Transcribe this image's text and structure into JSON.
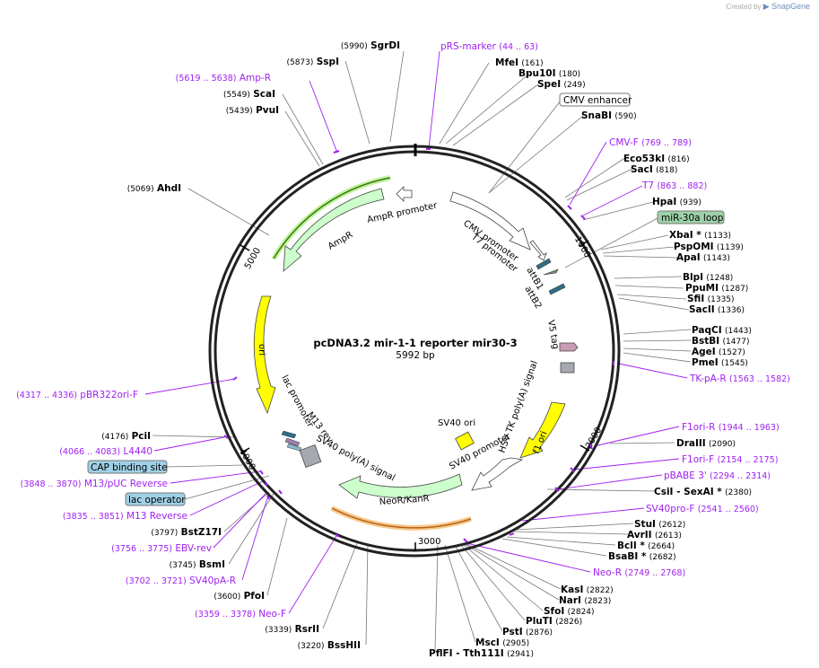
{
  "credit": {
    "prefix": "Created by",
    "brand": "SnapGene"
  },
  "plasmid": {
    "name": "pcDNA3.2 mir-1-1 reporter mir30-3",
    "length": "5992 bp"
  },
  "ticks": [
    "1000",
    "2000",
    "3000",
    "4000",
    "5000"
  ],
  "enzymes": [
    {
      "name": "SgrDI",
      "pos": "(5990)",
      "side": "L"
    },
    {
      "name": "SspI",
      "pos": "(5873)",
      "side": "L"
    },
    {
      "name": "ScaI",
      "pos": "(5549)",
      "side": "L"
    },
    {
      "name": "PvuI",
      "pos": "(5439)",
      "side": "L"
    },
    {
      "name": "AhdI",
      "pos": "(5069)",
      "side": "L"
    },
    {
      "name": "MfeI",
      "pos": "(161)",
      "side": "R"
    },
    {
      "name": "Bpu10I",
      "pos": "(180)",
      "side": "R"
    },
    {
      "name": "SpeI",
      "pos": "(249)",
      "side": "R"
    },
    {
      "name": "SnaBI",
      "pos": "(590)",
      "side": "R"
    },
    {
      "name": "Eco53kI",
      "pos": "(816)",
      "side": "R"
    },
    {
      "name": "SacI",
      "pos": "(818)",
      "side": "R"
    },
    {
      "name": "HpaI",
      "pos": "(939)",
      "side": "R"
    },
    {
      "name": "XbaI *",
      "pos": "(1133)",
      "side": "R"
    },
    {
      "name": "PspOMI",
      "pos": "(1139)",
      "side": "R"
    },
    {
      "name": "ApaI",
      "pos": "(1143)",
      "side": "R"
    },
    {
      "name": "BlpI",
      "pos": "(1248)",
      "side": "R"
    },
    {
      "name": "PpuMI",
      "pos": "(1287)",
      "side": "R"
    },
    {
      "name": "SfiI",
      "pos": "(1335)",
      "side": "R"
    },
    {
      "name": "SacII",
      "pos": "(1336)",
      "side": "R"
    },
    {
      "name": "PaqCI",
      "pos": "(1443)",
      "side": "R"
    },
    {
      "name": "BstBI",
      "pos": "(1477)",
      "side": "R"
    },
    {
      "name": "AgeI",
      "pos": "(1527)",
      "side": "R"
    },
    {
      "name": "PmeI",
      "pos": "(1545)",
      "side": "R"
    },
    {
      "name": "DraIII",
      "pos": "(2090)",
      "side": "R"
    },
    {
      "name": "CsiI - SexAI *",
      "pos": "(2380)",
      "side": "R"
    },
    {
      "name": "StuI",
      "pos": "(2612)",
      "side": "R"
    },
    {
      "name": "AvrII",
      "pos": "(2613)",
      "side": "R"
    },
    {
      "name": "BclI *",
      "pos": "(2664)",
      "side": "R"
    },
    {
      "name": "BsaBI *",
      "pos": "(2682)",
      "side": "R"
    },
    {
      "name": "KasI",
      "pos": "(2822)",
      "side": "R"
    },
    {
      "name": "NarI",
      "pos": "(2823)",
      "side": "R"
    },
    {
      "name": "SfoI",
      "pos": "(2824)",
      "side": "R"
    },
    {
      "name": "PluTI",
      "pos": "(2826)",
      "side": "R"
    },
    {
      "name": "PstI",
      "pos": "(2876)",
      "side": "R"
    },
    {
      "name": "MscI",
      "pos": "(2905)",
      "side": "R"
    },
    {
      "name": "PflFI - Tth111I",
      "pos": "(2941)",
      "side": "R"
    },
    {
      "name": "PciI",
      "pos": "(4176)",
      "side": "L"
    },
    {
      "name": "BstZ17I",
      "pos": "(3797)",
      "side": "L"
    },
    {
      "name": "BsmI",
      "pos": "(3745)",
      "side": "L"
    },
    {
      "name": "PfoI",
      "pos": "(3600)",
      "side": "L"
    },
    {
      "name": "RsrII",
      "pos": "(3339)",
      "side": "L"
    },
    {
      "name": "BssHII",
      "pos": "(3220)",
      "side": "L"
    }
  ],
  "primers": [
    {
      "name": "pRS-marker",
      "range": "(44 .. 63)",
      "side": "R"
    },
    {
      "name": "Amp-R",
      "range": "(5619 .. 5638)",
      "side": "L"
    },
    {
      "name": "CMV-F",
      "range": "(769 .. 789)",
      "side": "R"
    },
    {
      "name": "T7",
      "range": "(863 .. 882)",
      "side": "R"
    },
    {
      "name": "TK-pA-R",
      "range": "(1563 .. 1582)",
      "side": "R"
    },
    {
      "name": "F1ori-R",
      "range": "(1944 .. 1963)",
      "side": "R"
    },
    {
      "name": "F1ori-F",
      "range": "(2154 .. 2175)",
      "side": "R"
    },
    {
      "name": "pBABE 3'",
      "range": "(2294 .. 2314)",
      "side": "R"
    },
    {
      "name": "SV40pro-F",
      "range": "(2541 .. 2560)",
      "side": "R"
    },
    {
      "name": "Neo-R",
      "range": "(2749 .. 2768)",
      "side": "R"
    },
    {
      "name": "pBR322ori-F",
      "range": "(4317 .. 4336)",
      "side": "L"
    },
    {
      "name": "L4440",
      "range": "(4066 .. 4083)",
      "side": "L"
    },
    {
      "name": "M13/pUC Reverse",
      "range": "(3848 .. 3870)",
      "side": "L"
    },
    {
      "name": "M13 Reverse",
      "range": "(3835 .. 3851)",
      "side": "L"
    },
    {
      "name": "EBV-rev",
      "range": "(3756 .. 3775)",
      "side": "L"
    },
    {
      "name": "SV40pA-R",
      "range": "(3702 .. 3721)",
      "side": "L"
    },
    {
      "name": "Neo-F",
      "range": "(3359 .. 3378)",
      "side": "L"
    }
  ],
  "boxed_features": [
    {
      "name": "CMV enhancer",
      "fill": "#ffffff"
    },
    {
      "name": "miR-30a loop",
      "fill": "#9dd2a8"
    },
    {
      "name": "CAP binding site",
      "fill": "#9fd0e6"
    },
    {
      "name": "lac operator",
      "fill": "#9fd0e6"
    }
  ],
  "features": [
    {
      "name": "AmpR promoter"
    },
    {
      "name": "AmpR"
    },
    {
      "name": "ori"
    },
    {
      "name": "CMV promoter"
    },
    {
      "name": "T7 promoter"
    },
    {
      "name": "attB1"
    },
    {
      "name": "attB2"
    },
    {
      "name": "V5 tag"
    },
    {
      "name": "HSV TK poly(A) signal"
    },
    {
      "name": "f1 ori"
    },
    {
      "name": "SV40 ori"
    },
    {
      "name": "SV40 promoter"
    },
    {
      "name": "NeoR/KanR"
    },
    {
      "name": "SV40 poly(A) signal"
    },
    {
      "name": "M13 rev"
    },
    {
      "name": "lac promoter"
    }
  ],
  "colors": {
    "enzyme": "#000000",
    "primer": "#a020f0",
    "backbone": "#222222",
    "ampr": "#ccffcc",
    "ori": "#ffff00",
    "neo": "#ccffcc",
    "promoter": "#ffffff"
  }
}
